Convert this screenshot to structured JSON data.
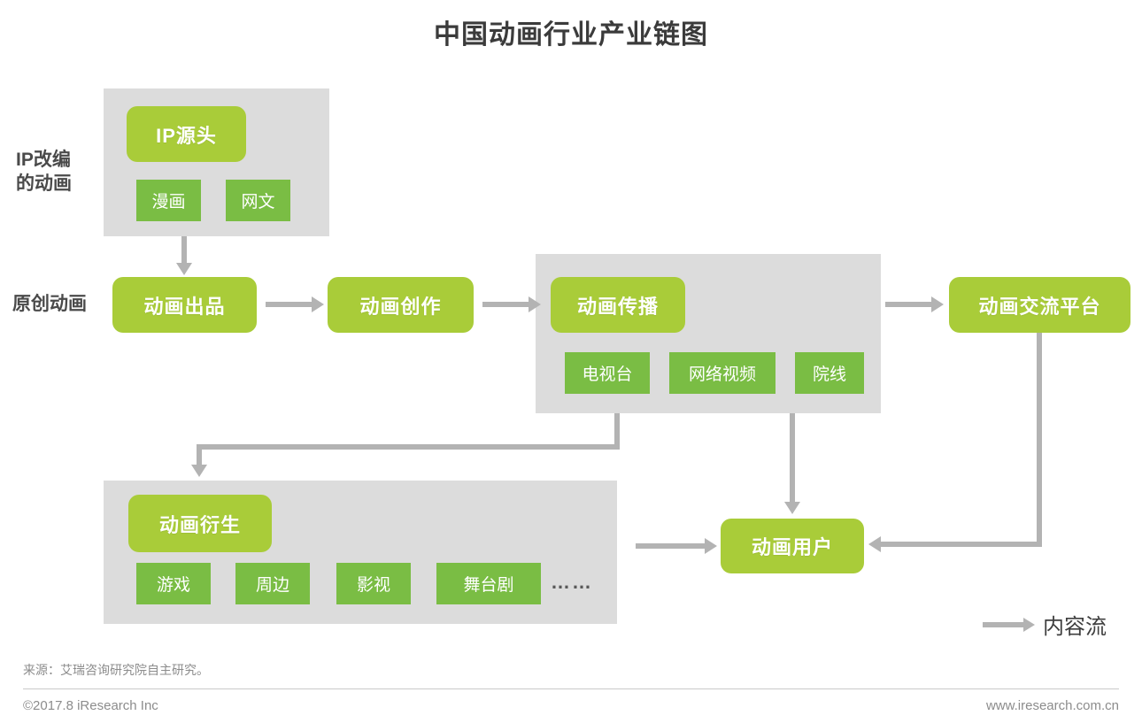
{
  "header": {
    "title": "中国动画行业产业链图"
  },
  "row_labels": [
    {
      "key": "ip_adapted",
      "text": "IP改编\n的动画"
    },
    {
      "key": "original",
      "text": "原创动画"
    }
  ],
  "nodes": {
    "ip_source": "IP源头",
    "produce": "动画出品",
    "create": "动画创作",
    "spread": "动画传播",
    "platform": "动画交流平台",
    "derivative": "动画衍生",
    "users": "动画用户"
  },
  "groups": {
    "ip_source_children": [
      "漫画",
      "网文"
    ],
    "spread_children": [
      "电视台",
      "网络视频",
      "院线"
    ],
    "derivative_children": [
      "游戏",
      "周边",
      "影视",
      "舞台剧"
    ],
    "derivative_more": "……"
  },
  "legend": {
    "label": "内容流",
    "icon": "arrow-right-icon"
  },
  "flows": [
    {
      "from": "IP源头",
      "to": "动画出品"
    },
    {
      "from": "动画出品",
      "to": "动画创作"
    },
    {
      "from": "动画创作",
      "to": "动画传播"
    },
    {
      "from": "动画传播",
      "to": "动画交流平台"
    },
    {
      "from": "动画传播",
      "to": "动画衍生"
    },
    {
      "from": "动画传播",
      "to": "动画用户"
    },
    {
      "from": "动画衍生",
      "to": "动画用户"
    },
    {
      "from": "动画交流平台",
      "to": "动画用户"
    }
  ],
  "footer": {
    "source": "来源：艾瑞咨询研究院自主研究。",
    "copyright": "©2017.8 iResearch Inc",
    "website": "www.iresearch.com.cn"
  },
  "colors": {
    "primary_green": "#a9cc39",
    "secondary_green": "#7abd44",
    "panel_gray": "#dcdcdc",
    "connector_gray": "#b3b3b3",
    "title_gray": "#3b3b3b",
    "footer_gray": "#8c8c8c"
  }
}
